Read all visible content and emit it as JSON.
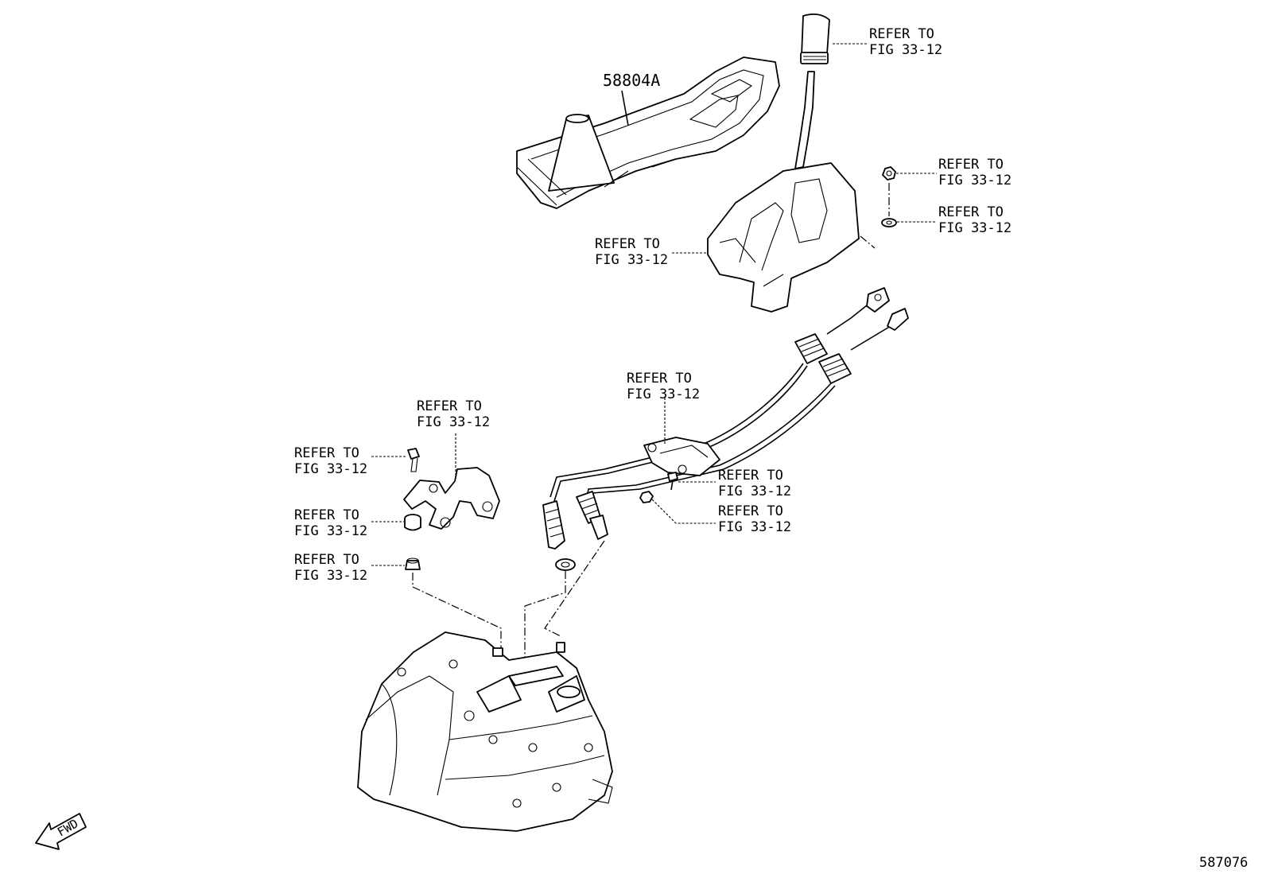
{
  "diagram": {
    "part_number_label": "58804A",
    "refer_line1": "REFER TO",
    "refer_line2": "FIG 33-12",
    "direction_arrow_text": "FWD",
    "illustration_id": "587076"
  }
}
